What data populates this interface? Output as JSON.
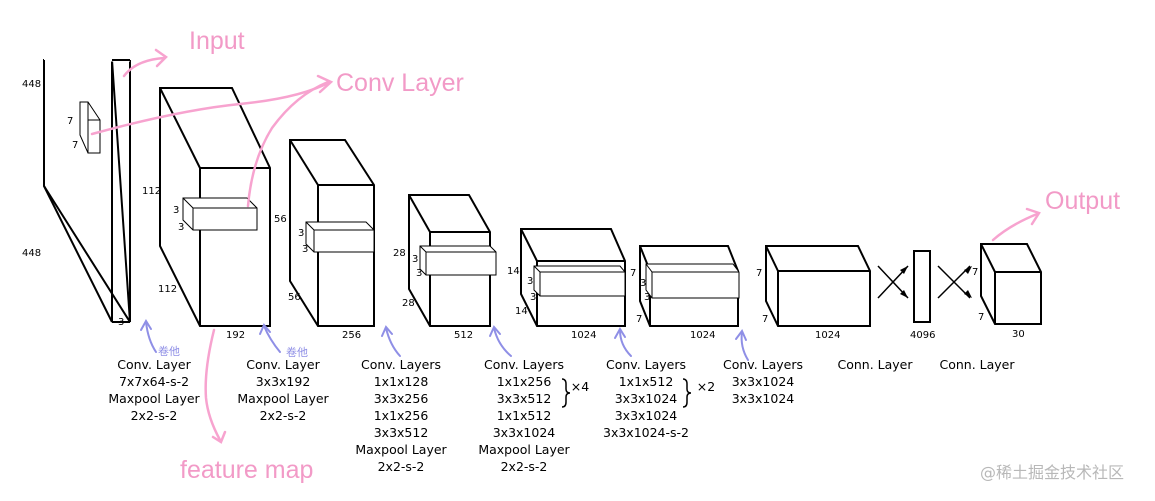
{
  "annotations": {
    "input": "Input",
    "conv_layer": "Conv Layer",
    "output": "Output",
    "feature_map": "feature map",
    "note_1": "卷他",
    "note_2": "卷他"
  },
  "watermark": "@稀土掘金技术社区",
  "colors": {
    "annotation": "#f29ac7",
    "note": "#8f8fe6",
    "lines": "#000000"
  },
  "input": {
    "height": "448",
    "width": "448",
    "channels": "3",
    "kernel_h": "7",
    "kernel_w": "7"
  },
  "blocks": [
    {
      "height": "112",
      "width": "112",
      "depth": "192",
      "kernel_a": "3",
      "kernel_b": "3"
    },
    {
      "height": "56",
      "width": "56",
      "depth": "256",
      "kernel_a": "3",
      "kernel_b": "3"
    },
    {
      "height": "28",
      "width": "28",
      "depth": "512",
      "kernel_a": "3",
      "kernel_b": "3"
    },
    {
      "height": "14",
      "width": "14",
      "depth": "1024",
      "kernel_a": "3",
      "kernel_b": "3"
    },
    {
      "height": "7",
      "width": "7",
      "depth": "1024",
      "kernel_a": "3",
      "kernel_b": "3"
    },
    {
      "height": "7",
      "width": "7",
      "depth": "1024"
    }
  ],
  "fc": {
    "size": "4096"
  },
  "output_block": {
    "height": "7",
    "width": "7",
    "depth": "30"
  },
  "captions": [
    [
      "Conv. Layer",
      "7x7x64-s-2",
      "Maxpool Layer",
      "2x2-s-2"
    ],
    [
      "Conv. Layer",
      "3x3x192",
      "Maxpool Layer",
      "2x2-s-2"
    ],
    [
      "Conv. Layers",
      "1x1x128",
      "3x3x256",
      "1x1x256",
      "3x3x512",
      "Maxpool Layer",
      "2x2-s-2"
    ],
    [
      "Conv. Layers",
      "1x1x256",
      "3x3x512",
      "1x1x512",
      "3x3x1024",
      "Maxpool Layer",
      "2x2-s-2"
    ],
    [
      "Conv. Layers",
      "1x1x512",
      "3x3x1024",
      "3x3x1024",
      "3x3x1024-s-2"
    ],
    [
      "Conv. Layers",
      "3x3x1024",
      "3x3x1024"
    ],
    [
      "Conn. Layer"
    ],
    [
      "Conn. Layer"
    ]
  ],
  "repeats": {
    "block4": "×4",
    "block5": "×2"
  }
}
